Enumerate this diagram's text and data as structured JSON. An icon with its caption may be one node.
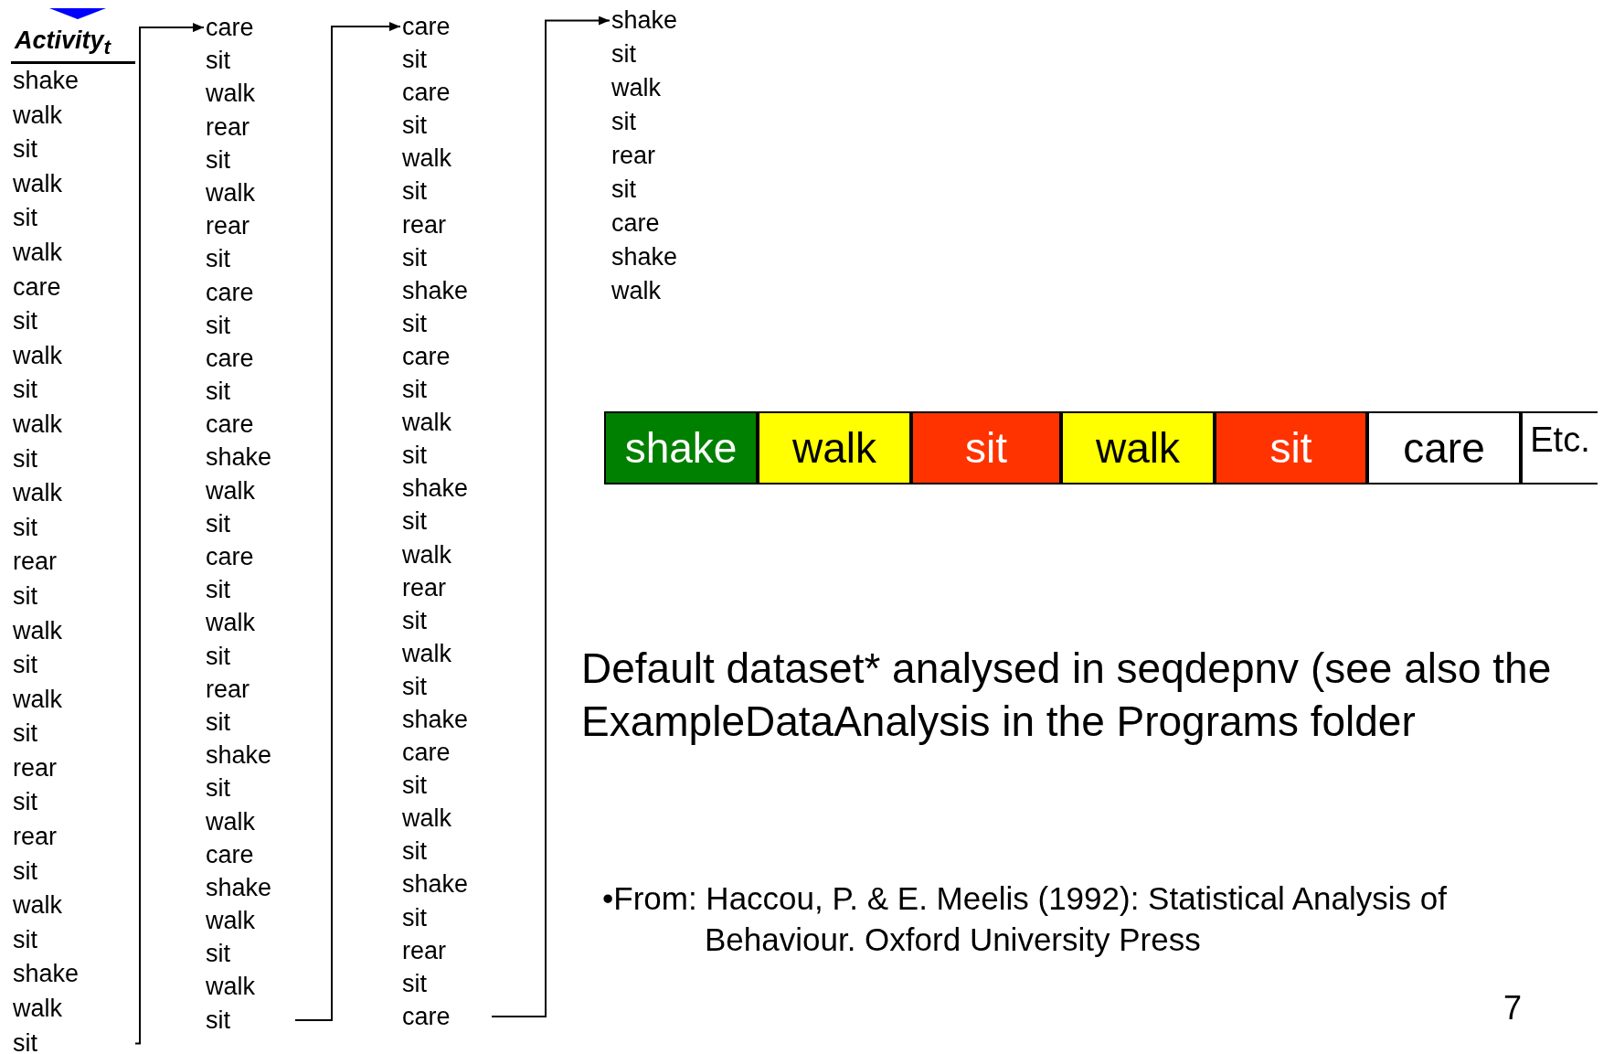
{
  "diagram": {
    "nodes": [
      {
        "text": [
          "Activity$_{t}$",
          "shake",
          "walk",
          "sit",
          "walk",
          "sit",
          "walk",
          "care",
          "sit",
          "walk",
          "sit",
          "walk",
          "sit",
          "walk",
          "sit",
          "rear",
          "sit",
          "walk",
          "sit",
          "walk",
          "sit",
          "rear",
          "sit",
          "rear",
          "sit",
          "walk",
          "sit",
          "shake",
          "walk",
          "sit"
        ]
      },
      {
        "text": [
          "care",
          "sit",
          "walk",
          "rear",
          "sit",
          "walk",
          "rear",
          "sit",
          "care",
          "sit",
          "care",
          "sit",
          "care",
          "shake",
          "walk",
          "sit",
          "care",
          "sit",
          "walk",
          "sit",
          "rear",
          "sit",
          "shake",
          "sit",
          "walk",
          "care",
          "shake",
          "walk",
          "sit",
          "walk",
          "sit"
        ]
      },
      {
        "text": [
          "care",
          "sit",
          "care",
          "sit",
          "walk",
          "sit",
          "rear",
          "sit",
          "shake",
          "sit",
          "care",
          "sit",
          "walk",
          "sit",
          "shake",
          "sit",
          "walk",
          "rear",
          "sit",
          "walk",
          "sit",
          "shake",
          "care",
          "sit",
          "walk",
          "sit",
          "shake",
          "sit",
          "rear",
          "sit",
          "care"
        ]
      },
      {
        "text": [
          "shake",
          "sit",
          "walk",
          "sit",
          "rear",
          "sit",
          "care",
          "shake",
          "walk"
        ]
      },
      {
        "text": [
          "shake"
        ]
      },
      {
        "text": [
          "walk"
        ]
      },
      {
        "text": [
          "sit"
        ]
      },
      {
        "text": [
          "walk"
        ]
      },
      {
        "text": [
          "sit"
        ]
      },
      {
        "text": [
          "care"
        ]
      },
      {
        "text": [
          "Etc."
        ]
      }
    ],
    "edges": [
      {
        "from": 0,
        "to": 1,
        "arrow": "to"
      },
      {
        "from": 1,
        "to": 2,
        "arrow": "to"
      },
      {
        "from": 2,
        "to": 3,
        "arrow": "to"
      }
    ],
    "labels": [
      "Default dataset* analysed in seqdepnv (see also the ExampleDataAnalysis in the Programs folder",
      "•From: Haccou, P. & E. Meelis (1992): Statistical Analysis of Behaviour. Oxford University Press",
      "7"
    ]
  }
}
